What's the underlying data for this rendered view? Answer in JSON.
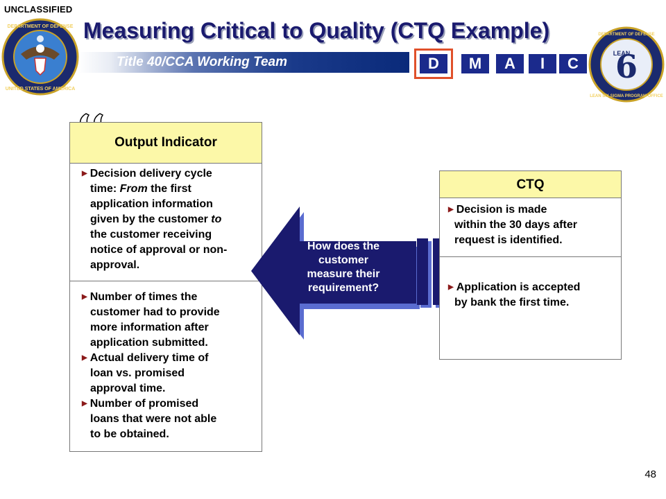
{
  "classification": "UNCLASSIFIED",
  "title": "Measuring Critical to Quality (CTQ Example)",
  "subtitle": "Title 40/CCA Working Team",
  "dmaic": [
    "D",
    "M",
    "A",
    "I",
    "C"
  ],
  "dmaic_active": "D",
  "left_seal": {
    "ring_text_top": "DEPARTMENT OF DEFENSE",
    "ring_text_bottom": "UNITED STATES OF AMERICA"
  },
  "right_seal": {
    "ring_text_top": "DEPARTMENT OF DEFENSE",
    "ring_text_bottom": "LEAN SIX SIGMA PROGRAM OFFICE",
    "inner_text": "LEAN"
  },
  "output_indicator": {
    "header": "Output Indicator",
    "item1": {
      "l1a": "Decision delivery cycle",
      "l2a": "time: ",
      "l2b": "From",
      "l2c": " the first",
      "l3": "application information",
      "l4a": "given by the customer ",
      "l4b": "to",
      "l5": "the customer receiving",
      "l6": "notice of approval or non-",
      "l7": "approval."
    },
    "item2": [
      "Number of times the",
      "customer had to provide",
      "more information after",
      "application submitted."
    ],
    "item3": [
      "Actual delivery time of",
      "loan vs. promised",
      "approval time."
    ],
    "item4": [
      "Number of promised",
      "loans that were not able",
      "to be obtained."
    ]
  },
  "arrow_text": [
    "How does the",
    "customer",
    "measure their",
    "requirement?"
  ],
  "ctq": {
    "header": "CTQ",
    "item1": [
      "Decision is made",
      "within the 30 days after",
      "request is identified."
    ],
    "item2": [
      "Application is accepted",
      "by bank the first time."
    ]
  },
  "slide_number": "48",
  "colors": {
    "navy": "#1b2a8c",
    "header_yellow": "#fcf8a8",
    "dmaic_highlight": "#e0502a",
    "bullet": "#8b1a1a"
  }
}
